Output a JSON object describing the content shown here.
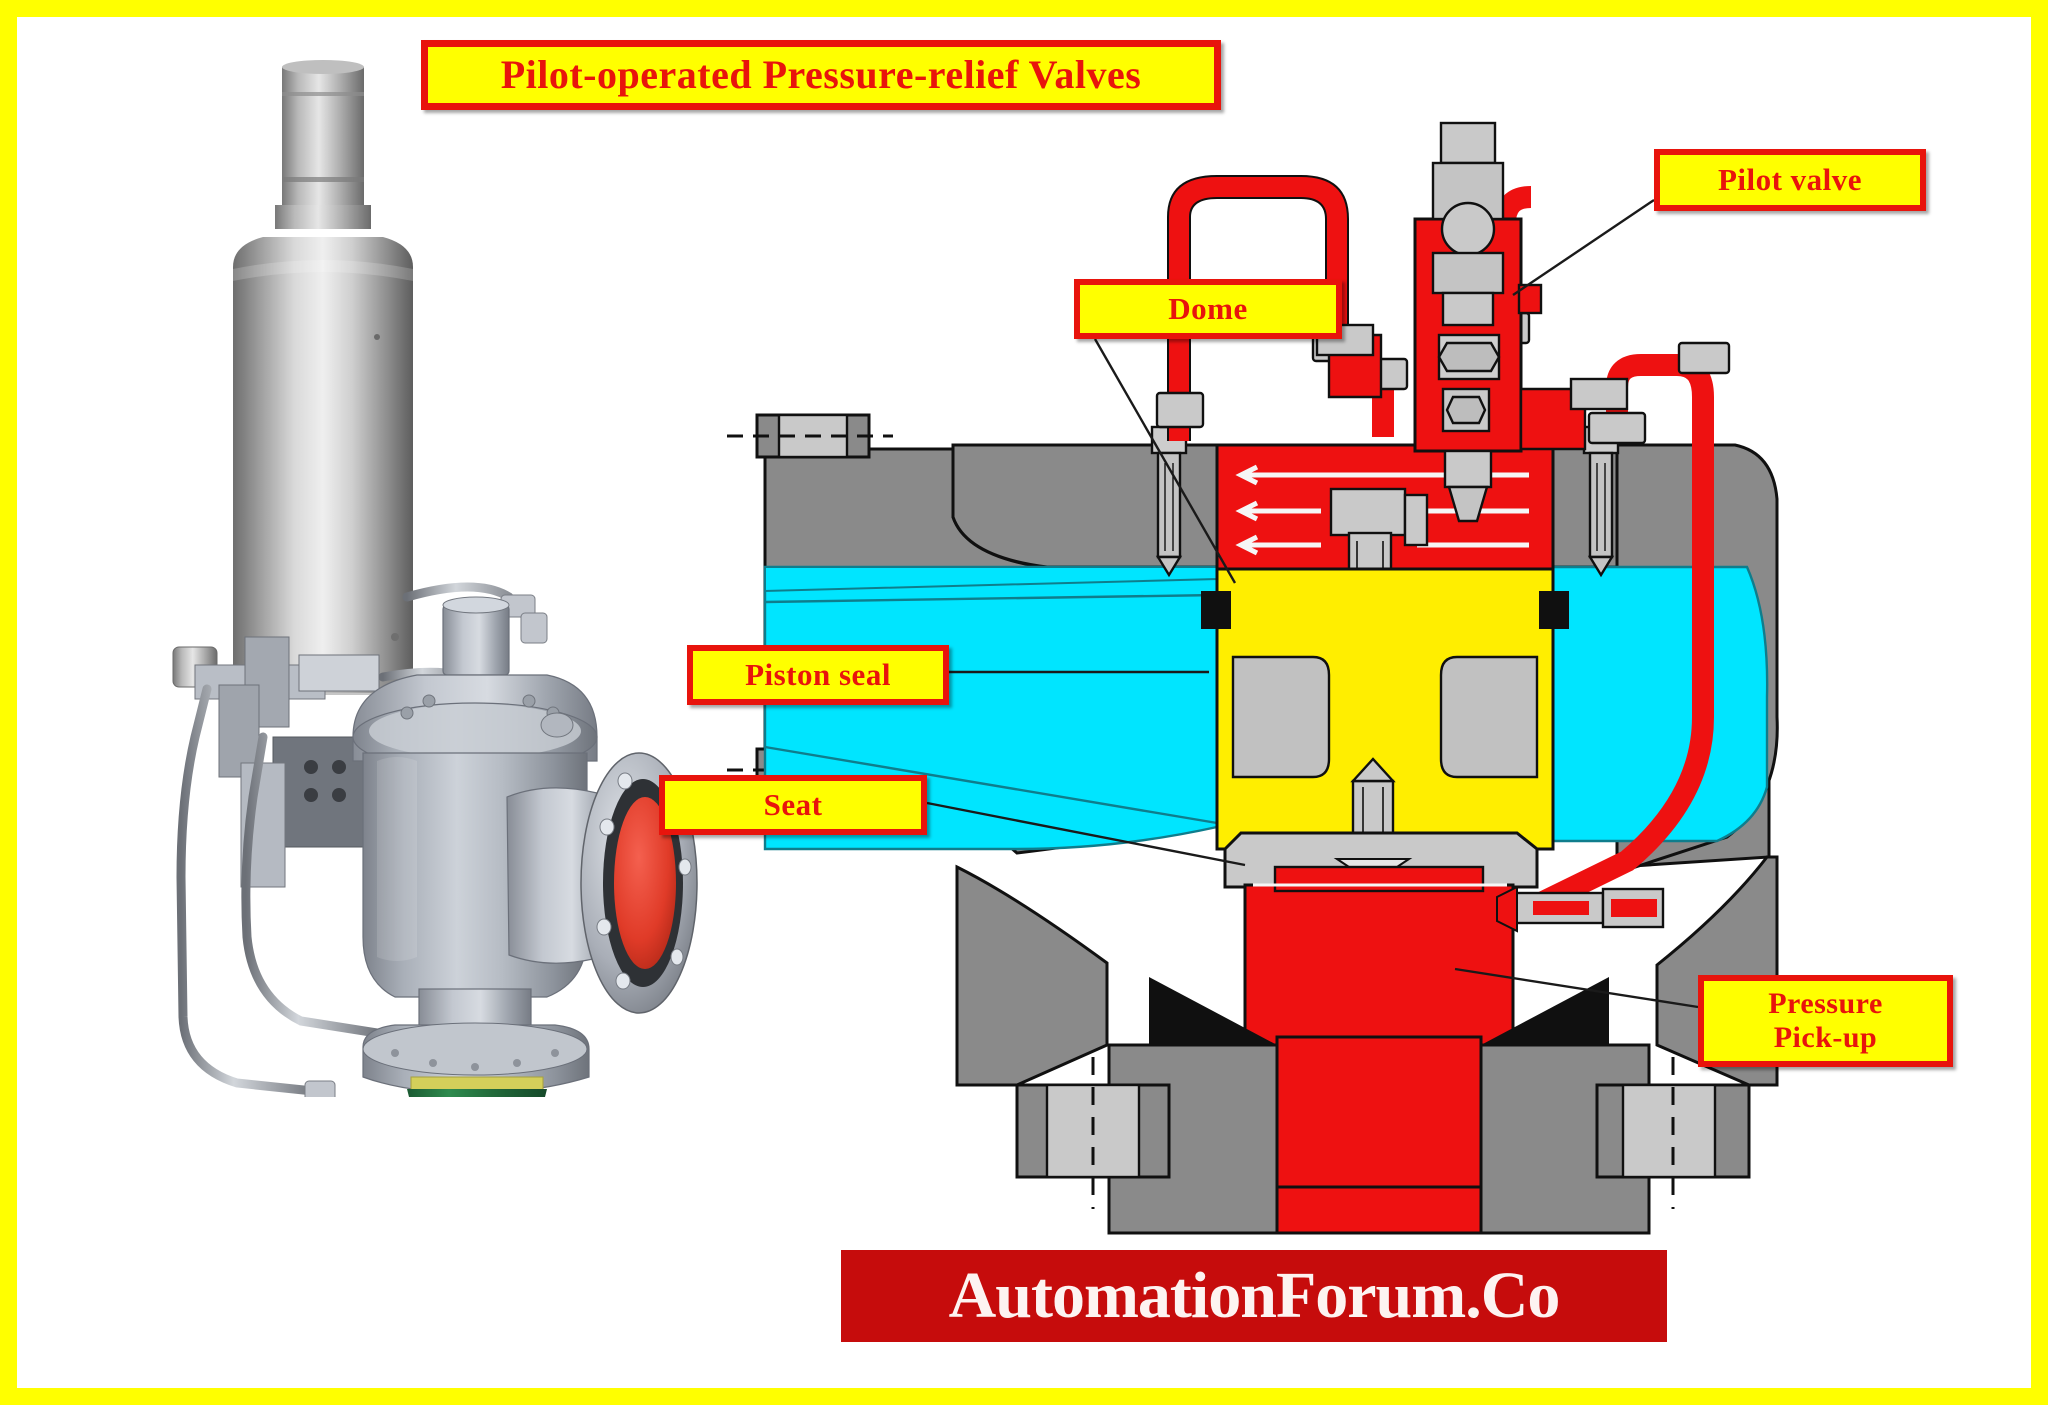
{
  "page": {
    "title": "Pilot-operated Pressure-relief Valves",
    "frame_color": "#ffff00",
    "background": "#ffffff"
  },
  "title_box": {
    "text": "Pilot-operated Pressure-relief Valves",
    "text_color": "#e8140c",
    "fill_color": "#ffff00",
    "border_color": "#e8140c"
  },
  "callouts": [
    {
      "id": "pilot-valve",
      "label": "Pilot valve"
    },
    {
      "id": "dome",
      "label": "Dome"
    },
    {
      "id": "piston-seal",
      "label": "Piston seal"
    },
    {
      "id": "seat",
      "label": "Seat"
    },
    {
      "id": "pressure-pickup",
      "label_line1": "Pressure",
      "label_line2": "Pick-up"
    }
  ],
  "banner": {
    "text": "AutomationForum.Co",
    "text_color": "#fdf3f1",
    "fill_color": "#c60c0c"
  },
  "figure": {
    "photo_caption": "photograph-of-pilot-operated-relief-valve",
    "section_caption": "cross-section-diagram-of-pilot-operated-relief-valve"
  },
  "colors": {
    "label_fill": "#ffff00",
    "label_text": "#e8140c",
    "label_border": "#e8140c",
    "fluid_cyan": "#00e5ff",
    "dome_red": "#ee1111",
    "piston_yellow": "#ffee00",
    "body_gray": "#8a8a8a",
    "part_light_gray": "#c9c9c9",
    "outline_black": "#101010",
    "banner_red": "#c60c0c",
    "frame_yellow": "#ffff00"
  }
}
